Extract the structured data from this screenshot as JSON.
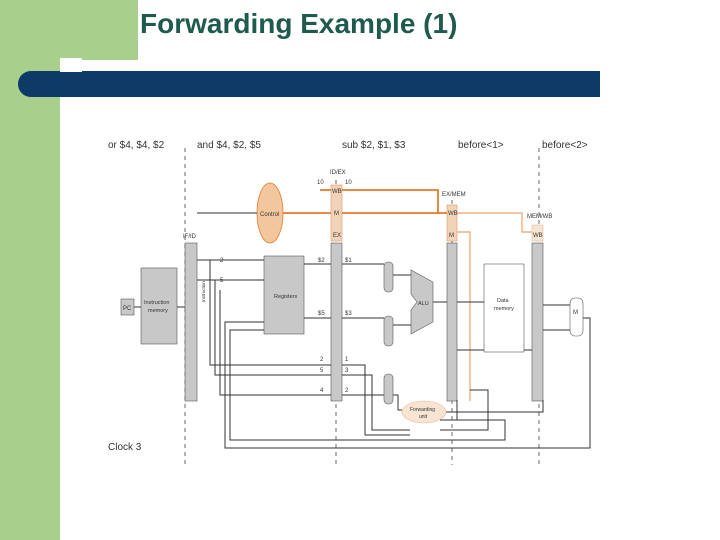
{
  "slide": {
    "title": "Forwarding Example (1)"
  },
  "colors": {
    "sidebar": "#a8cf8c",
    "title": "#1f5a4e",
    "bar": "#0d3a66",
    "control_orange": "#e87a2a",
    "control_light": "#f5c8a0"
  },
  "diagram": {
    "stage_labels": [
      "or $4, $4, $2",
      "and $4, $2, $5",
      "sub $2, $1, $3",
      "before<1>",
      "before<2>"
    ],
    "pipe_registers": [
      "IF/ID",
      "ID/EX",
      "EX/MEM",
      "MEM/WB"
    ],
    "control_label": "Control",
    "wb": "WB",
    "m": "M",
    "ex": "EX",
    "val_10a": "10",
    "val_10b": "10",
    "pc": "PC",
    "instr_mem_1": "Instruction",
    "instr_mem_2": "memory",
    "instruction": "Instruction",
    "registers": "Registers",
    "alu": "ALU",
    "data_mem_1": "Data",
    "data_mem_2": "memory",
    "forwarding_1": "Forwarding",
    "forwarding_2": "unit",
    "reg_2": "$2",
    "reg_1": "$1",
    "reg_5": "$5",
    "reg_3": "$3",
    "num_2a": "2",
    "num_5a": "5",
    "num_2b": "2",
    "num_1": "1",
    "num_5b": "5",
    "num_3": "3",
    "num_4": "4",
    "num_2c": "2",
    "mux": "M\nu\nx",
    "clock": "Clock 3"
  }
}
